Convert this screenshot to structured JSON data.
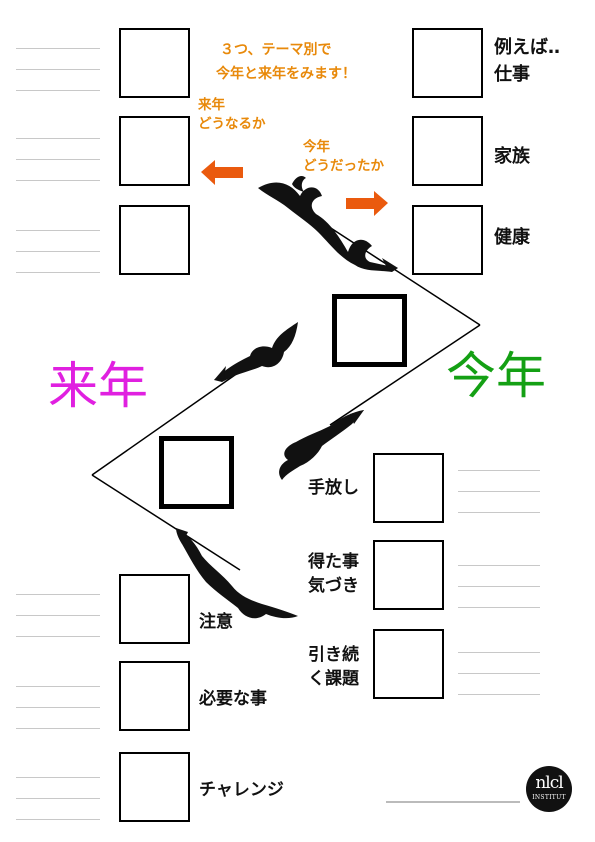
{
  "instruction": {
    "line1": "３つ、テーマ別で",
    "line2": "今年と来年をみます！"
  },
  "direction": {
    "next_year": {
      "line1": "来年",
      "line2": "どうなるか"
    },
    "this_year": {
      "line1": "今年",
      "line2": "どうだったか"
    }
  },
  "year_labels": {
    "next_year": "来年",
    "this_year": "今年",
    "next_color": "#e020e0",
    "this_color": "#14a014"
  },
  "themes": {
    "example_line1": "例えば‥",
    "example_line2": "仕事",
    "family": "家族",
    "health": "健康"
  },
  "this_year_items": {
    "let_go": "手放し",
    "gained_line1": "得た事",
    "gained_line2": "気づき",
    "continue_line1": "引き続",
    "continue_line2": "く課題"
  },
  "next_year_items": {
    "caution": "注意",
    "needed": "必要な事",
    "challenge": "チャレンジ"
  },
  "logo": {
    "text_main": "nlcl",
    "text_sub": "INSTITUT"
  },
  "colors": {
    "accent_orange": "#e8890a",
    "arrow_orange": "#ea5a0e"
  }
}
